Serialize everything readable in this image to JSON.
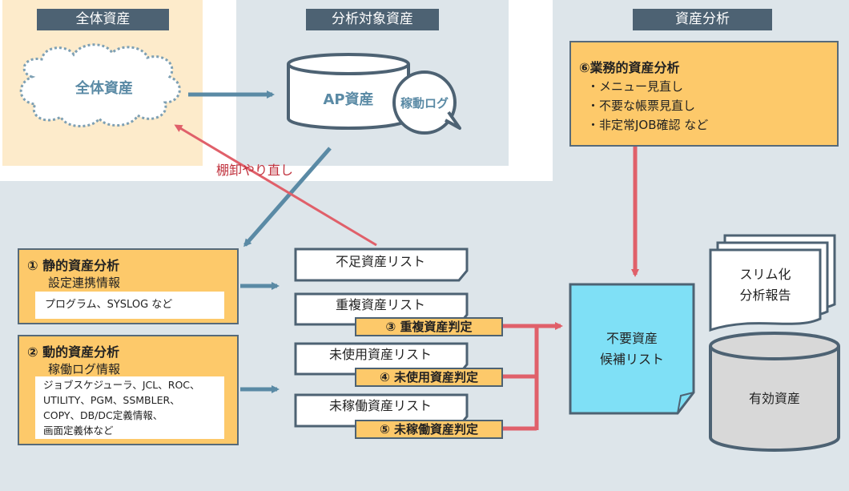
{
  "zones": {
    "all_assets_tag": "全体資産",
    "target_assets_tag": "分析対象資産",
    "asset_analysis_tag": "資産分析"
  },
  "cloud_label": "全体資産",
  "ap_db_label": "AP資産",
  "op_log_bubble": "稼動ログ",
  "re_inventory_label": "棚卸やり直し",
  "static_box": {
    "title": "① 静的資産分析",
    "subtitle": "設定連携情報",
    "detail": "プログラム、SYSLOG など"
  },
  "dynamic_box": {
    "title": "② 動的資産分析",
    "subtitle": "稼働ログ情報",
    "detail_lines": [
      "ジョブスケジューラ、JCL、ROC、",
      "UTILITY、PGM、SSMBLER、",
      "COPY、DB/DC定義情報、",
      "画面定義体など"
    ]
  },
  "lists": {
    "shortage": "不足資産リスト",
    "duplicate": "重複資産リスト",
    "unused": "未使用資産リスト",
    "inactive": "未稼働資産リスト"
  },
  "verdicts": {
    "duplicate": "③ 重複資産判定",
    "unused": "④ 未使用資産判定",
    "inactive": "⑤ 未稼働資産判定"
  },
  "business_box": {
    "title": "⑥業務的資産分析",
    "items": [
      "・メニュー見直し",
      "・不要な帳票見直し",
      "・非定常JOB確認 など"
    ]
  },
  "candidate_doc": [
    "不要資産",
    "候補リスト"
  ],
  "slim_report": [
    "スリム化",
    "分析報告"
  ],
  "valid_assets": "有効資産",
  "colors": {
    "zone_tag": "#4d6273",
    "orange": "#fdc96a",
    "candidate": "#7fe0f6",
    "red_arrow": "#e0606a",
    "blue_arrow": "#5a8aa5",
    "panel_light": "#dde5ea",
    "panel_cream": "#fdebcb"
  }
}
